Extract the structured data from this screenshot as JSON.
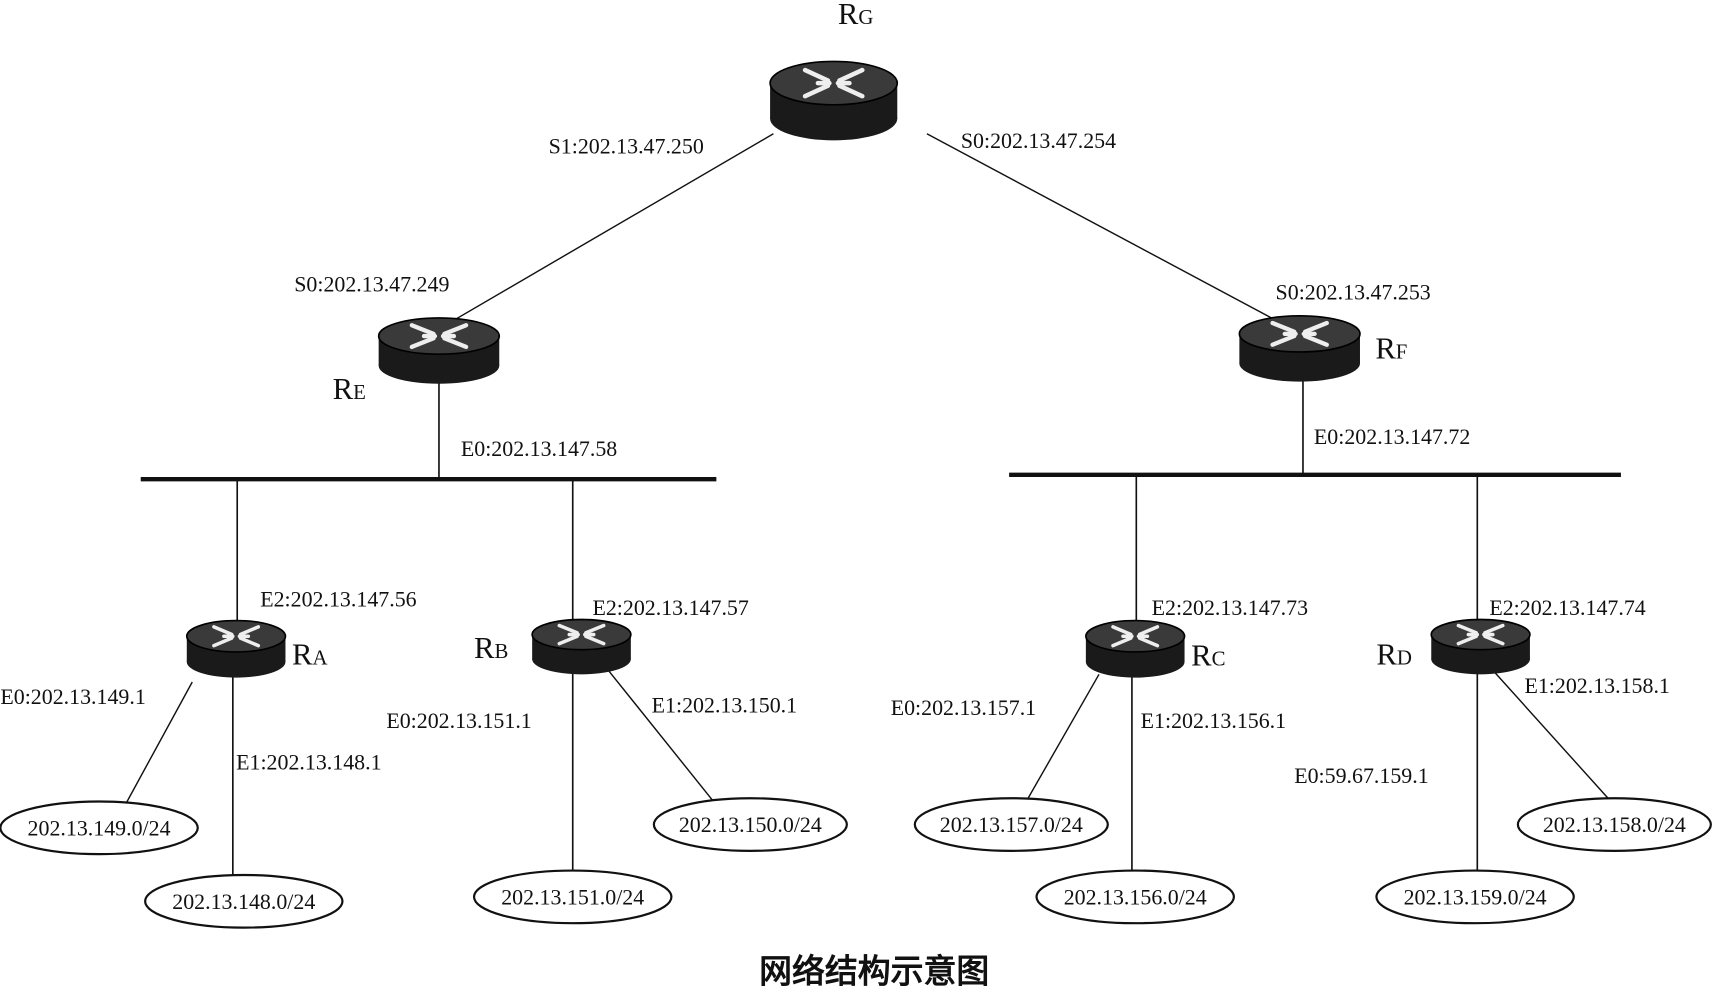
{
  "title": "网络结构示意图",
  "colors": {
    "ink": "#111111",
    "router_body": "#1a1a1a",
    "router_top": "#3a3a3a",
    "background": "#ffffff"
  },
  "routers": {
    "RG": {
      "letter": "R",
      "sub": "G"
    },
    "RE": {
      "letter": "R",
      "sub": "E"
    },
    "RF": {
      "letter": "R",
      "sub": "F"
    },
    "RA": {
      "letter": "R",
      "sub": "A"
    },
    "RB": {
      "letter": "R",
      "sub": "B"
    },
    "RC": {
      "letter": "R",
      "sub": "C"
    },
    "RD": {
      "letter": "R",
      "sub": "D"
    }
  },
  "interfaces": {
    "rg_s1": "S1:202.13.47.250",
    "rg_s0": "S0:202.13.47.254",
    "re_s0": "S0:202.13.47.249",
    "rf_s0": "S0:202.13.47.253",
    "re_e0": "E0:202.13.147.58",
    "rf_e0": "E0:202.13.147.72",
    "ra_e2": "E2:202.13.147.56",
    "rb_e2": "E2:202.13.147.57",
    "rc_e2": "E2:202.13.147.73",
    "rd_e2": "E2:202.13.147.74",
    "ra_e0": "E0:202.13.149.1",
    "ra_e1": "E1:202.13.148.1",
    "rb_e0": "E0:202.13.151.1",
    "rb_e1": "E1:202.13.150.1",
    "rc_e0": "E0:202.13.157.1",
    "rc_e1": "E1:202.13.156.1",
    "rd_e1": "E1:202.13.158.1",
    "rd_e0": "E0:59.67.159.1"
  },
  "subnets": {
    "s149": "202.13.149.0/24",
    "s148": "202.13.148.0/24",
    "s151": "202.13.151.0/24",
    "s150": "202.13.150.0/24",
    "s157": "202.13.157.0/24",
    "s156": "202.13.156.0/24",
    "s159": "202.13.159.0/24",
    "s158": "202.13.158.0/24"
  }
}
